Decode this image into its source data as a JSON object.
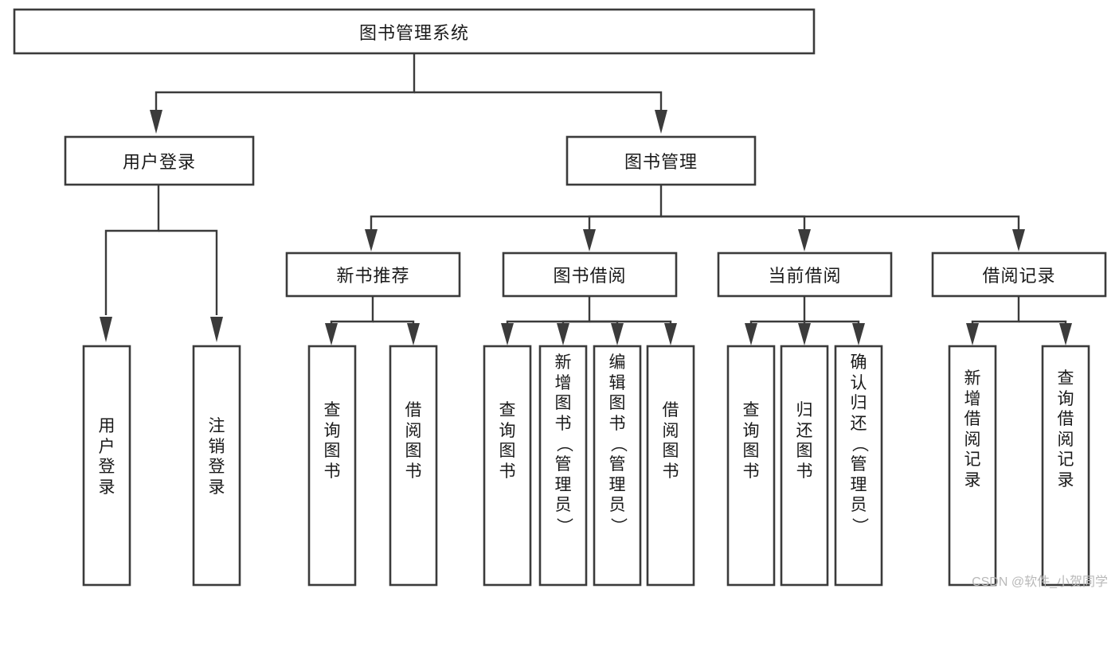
{
  "diagram": {
    "type": "tree",
    "title": "图书管理系统",
    "root": {
      "label": "图书管理系统"
    },
    "level2": [
      {
        "label": "用户登录"
      },
      {
        "label": "图书管理"
      }
    ],
    "level3": [
      {
        "label": "新书推荐"
      },
      {
        "label": "图书借阅"
      },
      {
        "label": "当前借阅"
      },
      {
        "label": "借阅记录"
      }
    ],
    "leaves": {
      "user_login": [
        {
          "label": "用户登录"
        },
        {
          "label": "注销登录"
        }
      ],
      "new_book_rec": [
        {
          "label": "查询图书"
        },
        {
          "label": "借阅图书"
        }
      ],
      "book_borrow": [
        {
          "label": "查询图书"
        },
        {
          "label": "新增图书（管理员）"
        },
        {
          "label": "编辑图书（管理员）"
        },
        {
          "label": "借阅图书"
        }
      ],
      "current_borrow": [
        {
          "label": "查询图书"
        },
        {
          "label": "归还图书"
        },
        {
          "label": "确认归还（管理员）"
        }
      ],
      "borrow_record": [
        {
          "label": "新增借阅记录"
        },
        {
          "label": "查询借阅记录"
        }
      ]
    }
  },
  "watermark": {
    "text": "CSDN @软件_小贺同学"
  },
  "colors": {
    "stroke": "#3b3b3b",
    "fill": "#ffffff",
    "text": "#1a1a1a",
    "watermark": "#b9b9b9"
  }
}
